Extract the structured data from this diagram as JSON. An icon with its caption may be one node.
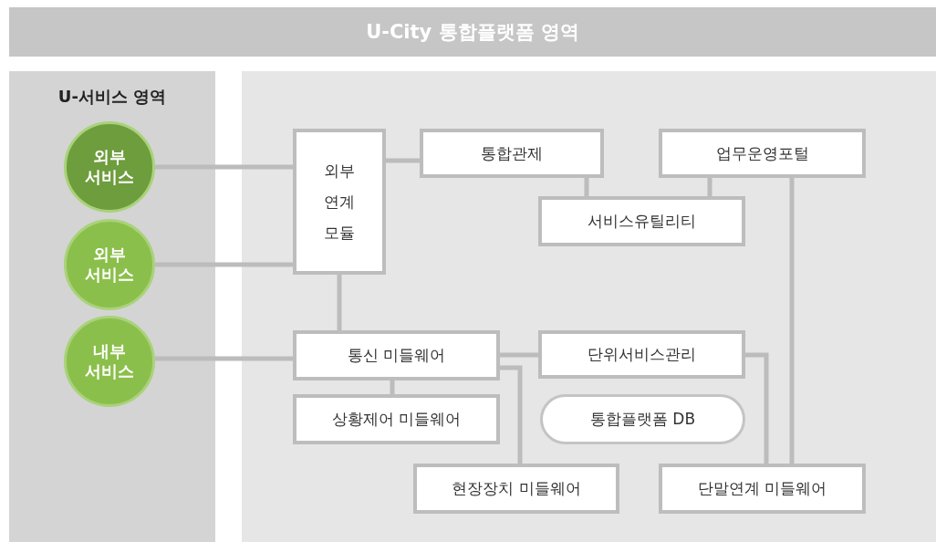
{
  "diagram": {
    "nodes": [
      {
        "text": [
          "U-City 통합플랫폼 영역"
        ]
      },
      {
        "text": [
          "U-서비스 영역"
        ]
      },
      {
        "text": [
          "외부 서비스"
        ],
        "in": 1
      },
      {
        "text": [
          "외부 서비스"
        ],
        "in": 1
      },
      {
        "text": [
          "내부 서비스"
        ],
        "in": 1
      },
      {
        "text": [],
        "shape": "box"
      },
      {
        "text": [
          "외부 연계 모듈"
        ],
        "in": 5
      },
      {
        "text": [
          "통합관제"
        ],
        "in": 5
      },
      {
        "text": [
          "업무운영포털"
        ],
        "in": 5
      },
      {
        "text": [
          "서비스유틸리티"
        ],
        "in": 5
      },
      {
        "text": [
          "통신 미들웨어"
        ],
        "in": 5
      },
      {
        "text": [
          "단위서비스관리"
        ],
        "in": 5
      },
      {
        "text": [
          "상황제어 미들웨어"
        ],
        "in": 5
      },
      {
        "text": [
          "통합플랫폼 DB"
        ],
        "in": 5
      },
      {
        "text": [
          "현장장치 미들웨어"
        ],
        "in": 5
      },
      {
        "text": [
          "단말연계 미들웨어"
        ],
        "in": 5
      }
    ],
    "edges": [
      {
        "from": 2,
        "to": 6,
        "arrow": "none"
      },
      {
        "from": 3,
        "to": 6,
        "arrow": "none"
      },
      {
        "from": 4,
        "to": 10,
        "arrow": "none"
      },
      {
        "from": 6,
        "to": 7,
        "arrow": "none"
      },
      {
        "from": 6,
        "to": 10,
        "arrow": "none"
      },
      {
        "from": 7,
        "to": 9,
        "arrow": "none"
      },
      {
        "from": 8,
        "to": 9,
        "arrow": "none"
      },
      {
        "from": 8,
        "to": 15,
        "arrow": "none"
      },
      {
        "from": 10,
        "to": 11,
        "arrow": "none"
      },
      {
        "from": 10,
        "to": 12,
        "arrow": "none"
      },
      {
        "from": 10,
        "to": 14,
        "arrow": "none"
      },
      {
        "from": 11,
        "to": 15,
        "arrow": "none"
      }
    ]
  }
}
